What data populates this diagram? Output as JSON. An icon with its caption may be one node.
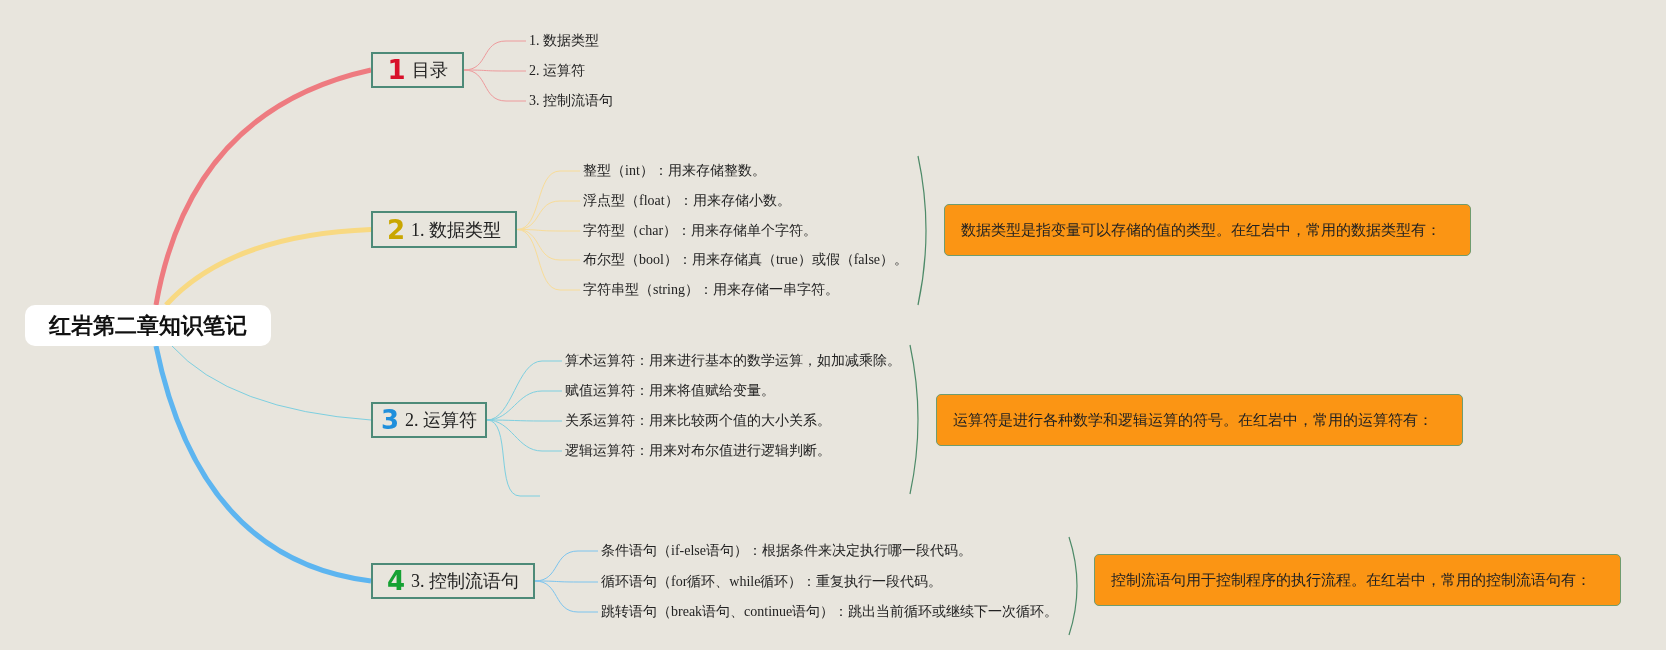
{
  "diagram": {
    "nodes": [
      {
        "text": [
          "红岩第二章知识笔记"
        ]
      },
      {
        "text": [
          "1",
          "目录"
        ]
      },
      {
        "text": [
          "1. 数据类型"
        ]
      },
      {
        "text": [
          "2. 运算符"
        ]
      },
      {
        "text": [
          "3. 控制流语句"
        ]
      },
      {
        "text": [
          "2",
          "1. 数据类型"
        ]
      },
      {
        "text": [
          "整型（int）：用来存储整数。"
        ]
      },
      {
        "text": [
          "浮点型（float）：用来存储小数。"
        ]
      },
      {
        "text": [
          "字符型（char）：用来存储单个字符。"
        ]
      },
      {
        "text": [
          "布尔型（bool）：用来存储真（true）或假（false）。"
        ]
      },
      {
        "text": [
          "字符串型（string）：用来存储一串字符。"
        ]
      },
      {
        "text": [
          "数据类型是指变量可以存储的值的类型。在红岩中，常用的数据类型有："
        ]
      },
      {
        "text": [
          "3",
          "2. 运算符"
        ]
      },
      {
        "text": [
          "算术运算符：用来进行基本的数学运算，如加减乘除。"
        ]
      },
      {
        "text": [
          "赋值运算符：用来将值赋给变量。"
        ]
      },
      {
        "text": [
          "关系运算符：用来比较两个值的大小关系。"
        ]
      },
      {
        "text": [
          "逻辑运算符：用来对布尔值进行逻辑判断。"
        ]
      },
      {
        "text": [
          "运算符是进行各种数学和逻辑运算的符号。在红岩中，常用的运算符有："
        ]
      },
      {
        "text": [
          "4",
          "3. 控制流语句"
        ]
      },
      {
        "text": [
          "条件语句（if-else语句）：根据条件来决定执行哪一段代码。"
        ]
      },
      {
        "text": [
          "循环语句（for循环、while循环）：重复执行一段代码。"
        ]
      },
      {
        "text": [
          "跳转语句（break语句、continue语句）：跳出当前循环或继续下一次循环。"
        ]
      },
      {
        "text": [
          "控制流语句用于控制程序的执行流程。在红岩中，常用的控制流语句有："
        ]
      }
    ],
    "edges": [
      {
        "from": 0,
        "to": 1,
        "arrow": "none",
        "style": "thick",
        "color": "#ee7b80"
      },
      {
        "from": 1,
        "to": 2,
        "arrow": "none",
        "color": "#ee9a9c"
      },
      {
        "from": 1,
        "to": 3,
        "arrow": "none",
        "color": "#ee9a9c"
      },
      {
        "from": 1,
        "to": 4,
        "arrow": "none",
        "color": "#ee9a9c"
      },
      {
        "from": 0,
        "to": 5,
        "arrow": "none",
        "style": "thick",
        "color": "#f8d982"
      },
      {
        "from": 5,
        "to": 6,
        "arrow": "none",
        "color": "#f8dc98"
      },
      {
        "from": 5,
        "to": 7,
        "arrow": "none",
        "color": "#f8dc98"
      },
      {
        "from": 5,
        "to": 8,
        "arrow": "none",
        "color": "#f8dc98"
      },
      {
        "from": 5,
        "to": 9,
        "arrow": "none",
        "color": "#f8dc98"
      },
      {
        "from": 5,
        "to": 10,
        "arrow": "none",
        "color": "#f8dc98"
      },
      {
        "from": 0,
        "to": 12,
        "arrow": "none",
        "color": "#7dcfe0"
      },
      {
        "from": 12,
        "to": 13,
        "arrow": "none",
        "color": "#7dcfe0"
      },
      {
        "from": 12,
        "to": 14,
        "arrow": "none",
        "color": "#7dcfe0"
      },
      {
        "from": 12,
        "to": 15,
        "arrow": "none",
        "color": "#7dcfe0"
      },
      {
        "from": 12,
        "to": 16,
        "arrow": "none",
        "color": "#7dcfe0"
      },
      {
        "from": 12,
        "to": null,
        "arrow": "none",
        "color": "#7dcfe0"
      },
      {
        "from": 0,
        "to": 18,
        "arrow": "none",
        "style": "thick",
        "color": "#5db5f0"
      },
      {
        "from": 18,
        "to": 19,
        "arrow": "none",
        "color": "#7cc4ee"
      },
      {
        "from": 18,
        "to": 20,
        "arrow": "none",
        "color": "#7cc4ee"
      },
      {
        "from": 18,
        "to": 21,
        "arrow": "none",
        "color": "#7cc4ee"
      }
    ]
  }
}
